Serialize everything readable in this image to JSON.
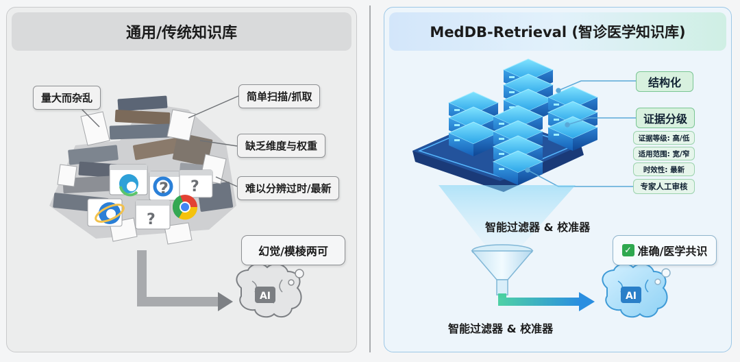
{
  "left": {
    "title": "通用/传统知识库",
    "tags": [
      "量大而杂乱",
      "简单扫描/抓取",
      "缺乏维度与权重",
      "难以分辨过时/最新"
    ],
    "thought": "幻觉/模棱两可",
    "brain_label": "AI"
  },
  "right": {
    "title": "MedDB-Retrieval (智诊医学知识库)",
    "tags_main": [
      "结构化",
      "证据分级"
    ],
    "tags_sub": [
      "证据等级: 高/低",
      "适用范围: 宽/窄",
      "时效性: 最新"
    ],
    "tag_expert": "专家人工审核",
    "filter_label": "智能过滤器 & 校准器",
    "bottom_label": "智能过滤器 & 校准器",
    "thought": "准确/医学共识",
    "check_icon": "✓",
    "brain_label": "AI"
  }
}
